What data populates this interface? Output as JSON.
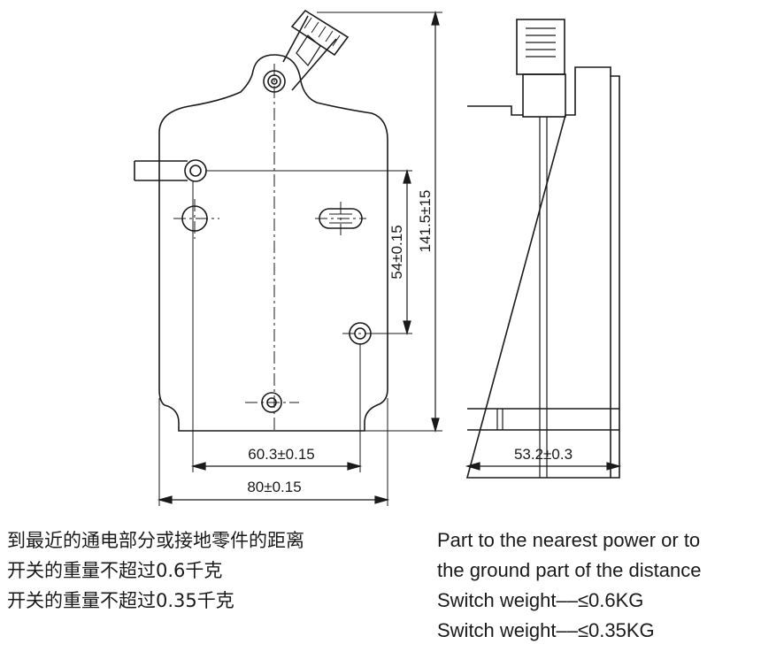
{
  "dimensions": {
    "height_total": "141.5±15",
    "hole_spacing_vertical": "54±0.15",
    "hole_spacing_horizontal": "60.3±0.15",
    "width_total": "80±0.15",
    "depth_side": "53.2±0.3"
  },
  "notes_cn": [
    "到最近的通电部分或接地零件的距离",
    "开关的重量不超过0.6千克",
    "开关的重量不超过0.35千克"
  ],
  "notes_en": [
    "Part to the nearest power or to",
    "the ground part of the distance",
    "Switch weight––≤0.6KG",
    "Switch weight––≤0.35KG"
  ]
}
